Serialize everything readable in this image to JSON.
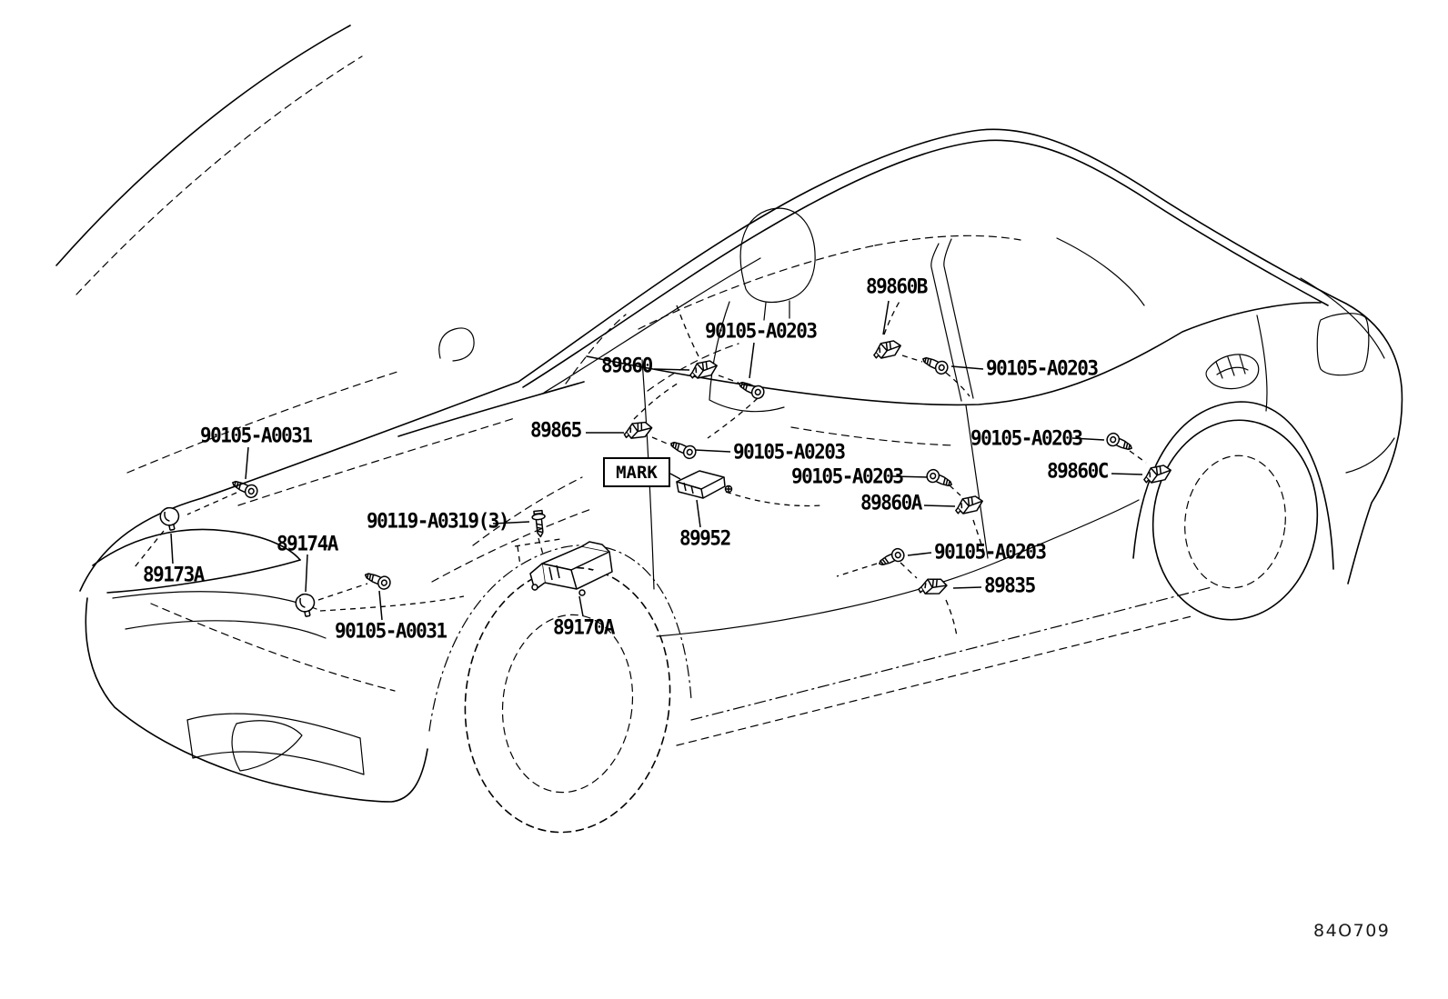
{
  "diagram": {
    "figure_code": "84O709",
    "background_color": "#ffffff",
    "line_color": "#000000",
    "description_visible_text_only": true
  },
  "mark_box": {
    "label": "MARK"
  },
  "callouts": [
    {
      "text": "90105-A0031"
    },
    {
      "text": "89173A"
    },
    {
      "text": "89174A"
    },
    {
      "text": "90105-A0031"
    },
    {
      "text": "90119-A0319(3)"
    },
    {
      "text": "89170A"
    },
    {
      "text": "89865"
    },
    {
      "text": "89860"
    },
    {
      "text": "90105-A0203"
    },
    {
      "text": "89860B"
    },
    {
      "text": "90105-A0203"
    },
    {
      "text": "90105-A0203"
    },
    {
      "text": "90105-A0203"
    },
    {
      "text": "89860A"
    },
    {
      "text": "90105-A0203"
    },
    {
      "text": "89860C"
    },
    {
      "text": "90105-A0203"
    },
    {
      "text": "89835"
    },
    {
      "text": "89952"
    }
  ]
}
